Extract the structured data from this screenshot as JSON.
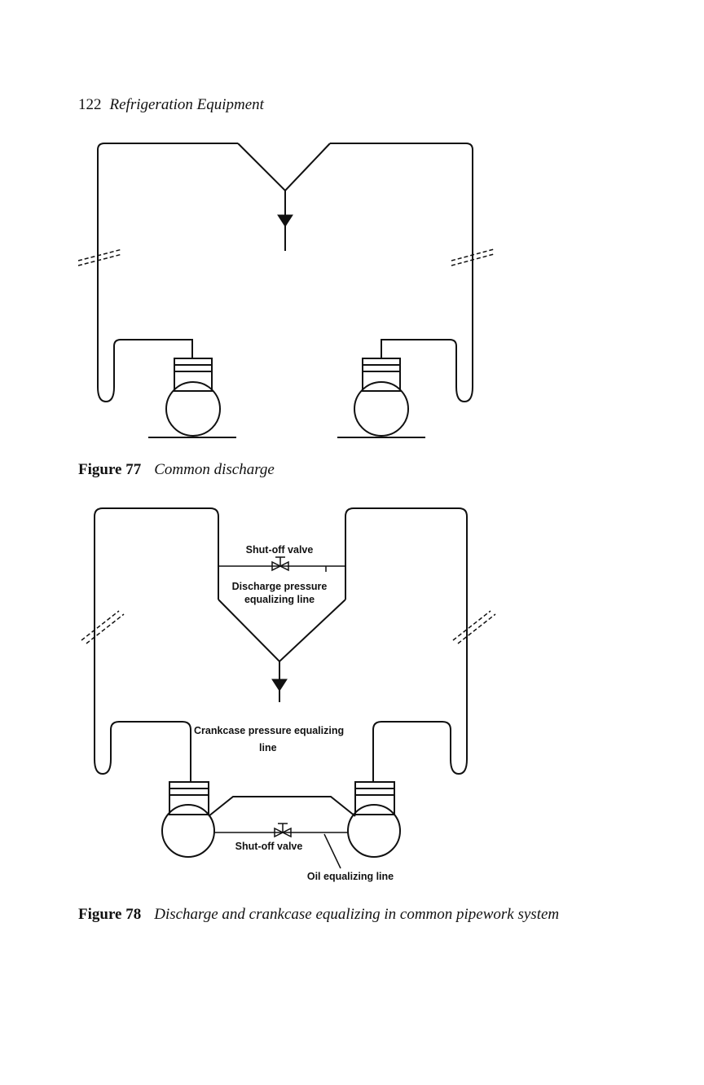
{
  "running_head": {
    "page_number": "122",
    "book_title": "Refrigeration Equipment"
  },
  "figure_77": {
    "number": "Figure 77",
    "caption": "Common discharge"
  },
  "figure_78": {
    "number": "Figure 78",
    "caption": "Discharge and crankcase equalizing in common pipework system",
    "labels": {
      "top_valve": "Shut-off valve",
      "discharge_line_1": "Discharge pressure",
      "discharge_line_2": "equalizing line",
      "crankcase_line_1": "Crankcase pressure equalizing",
      "crankcase_line_2": "line",
      "bottom_valve": "Shut-off valve",
      "oil_line": "Oil equalizing line"
    }
  }
}
